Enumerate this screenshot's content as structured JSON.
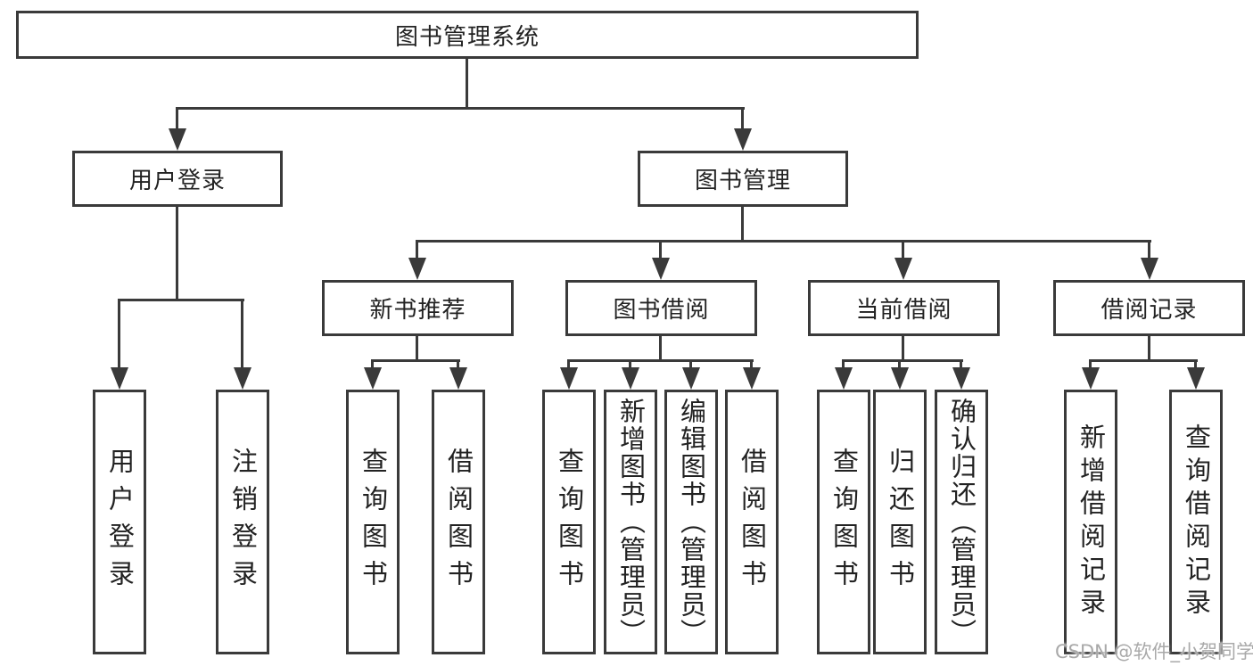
{
  "tree": {
    "root": {
      "label": "图书管理系统",
      "children": [
        {
          "label": "用户登录",
          "children": [
            {
              "label": "用户登录"
            },
            {
              "label": "注销登录"
            }
          ]
        },
        {
          "label": "图书管理",
          "children": [
            {
              "label": "新书推荐",
              "children": [
                {
                  "label": "查询图书"
                },
                {
                  "label": "借阅图书"
                }
              ]
            },
            {
              "label": "图书借阅",
              "children": [
                {
                  "label": "查询图书"
                },
                {
                  "label": "新增图书（管理员）"
                },
                {
                  "label": "编辑图书（管理员）"
                },
                {
                  "label": "借阅图书"
                }
              ]
            },
            {
              "label": "当前借阅",
              "children": [
                {
                  "label": "查询图书"
                },
                {
                  "label": "归还图书"
                },
                {
                  "label": "确认归还（管理员）"
                }
              ]
            },
            {
              "label": "借阅记录",
              "children": [
                {
                  "label": "新增借阅记录"
                },
                {
                  "label": "查询借阅记录"
                }
              ]
            }
          ]
        }
      ]
    }
  },
  "watermark": {
    "text": "CSDN @软件_小贺同学"
  },
  "colors": {
    "line": "#3a3a3a",
    "text": "#222222",
    "box_background": "#ffffff",
    "background": "#ffffff",
    "watermark": "#a9a9a9"
  }
}
